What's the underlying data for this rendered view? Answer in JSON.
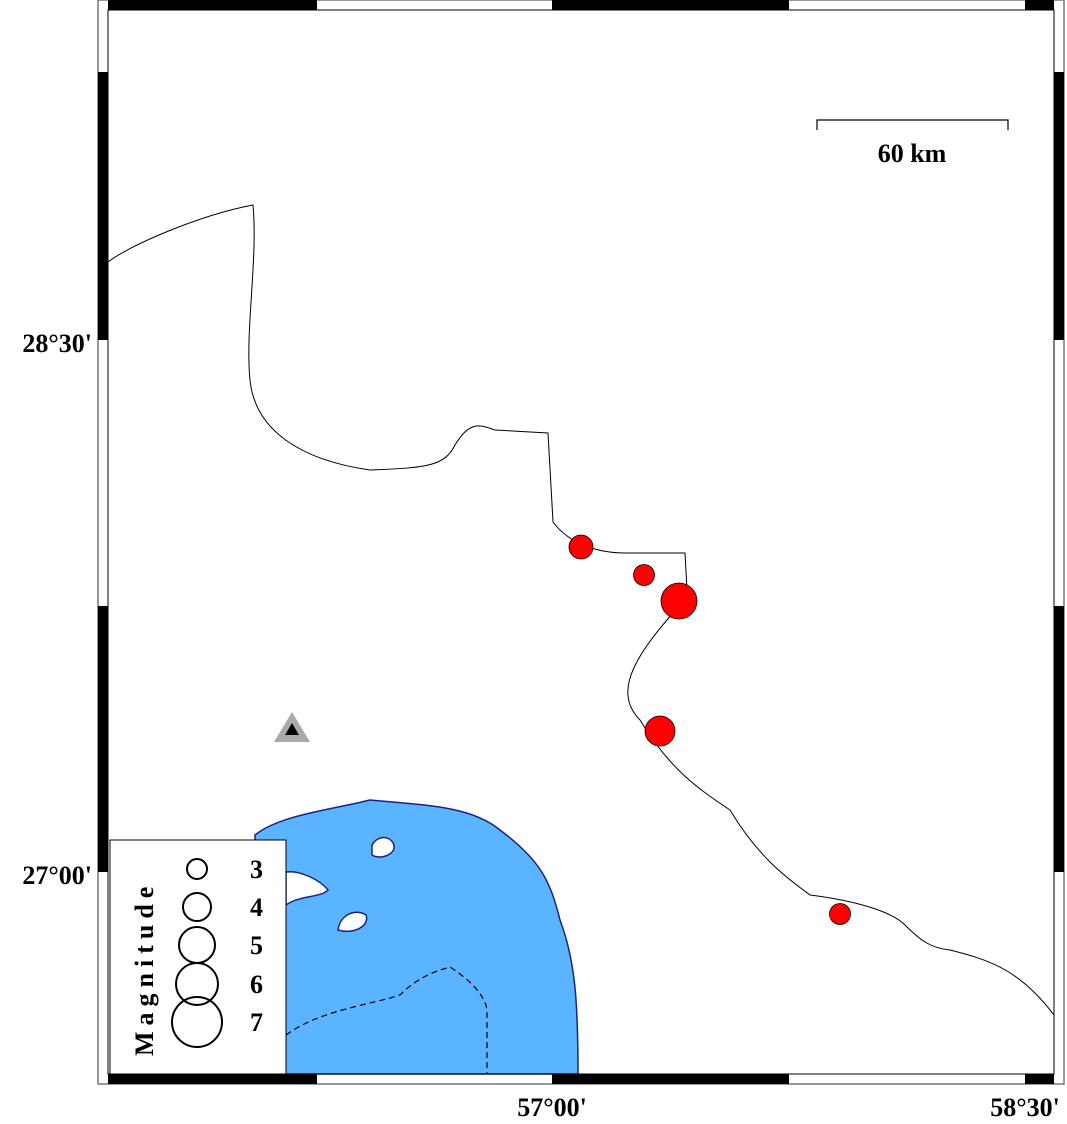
{
  "map": {
    "lat_labels": [
      "28°30'",
      "27°00'"
    ],
    "lon_labels": [
      "57°00'",
      "58°30'"
    ],
    "scale_bar": {
      "label": "60 km"
    },
    "colors": {
      "sea": "#5ab4ff",
      "coast": "#1a237e",
      "event": "#ff0000",
      "station": "#000000"
    },
    "legend": {
      "title": "Magnitude",
      "entries": [
        "3",
        "4",
        "5",
        "6",
        "7"
      ]
    },
    "events": [
      {
        "magnitude": 4.3
      },
      {
        "magnitude": 3.7
      },
      {
        "magnitude": 5.5
      },
      {
        "magnitude": 5.0
      },
      {
        "magnitude": 3.7
      }
    ],
    "station": {
      "symbol": "triangle"
    }
  }
}
